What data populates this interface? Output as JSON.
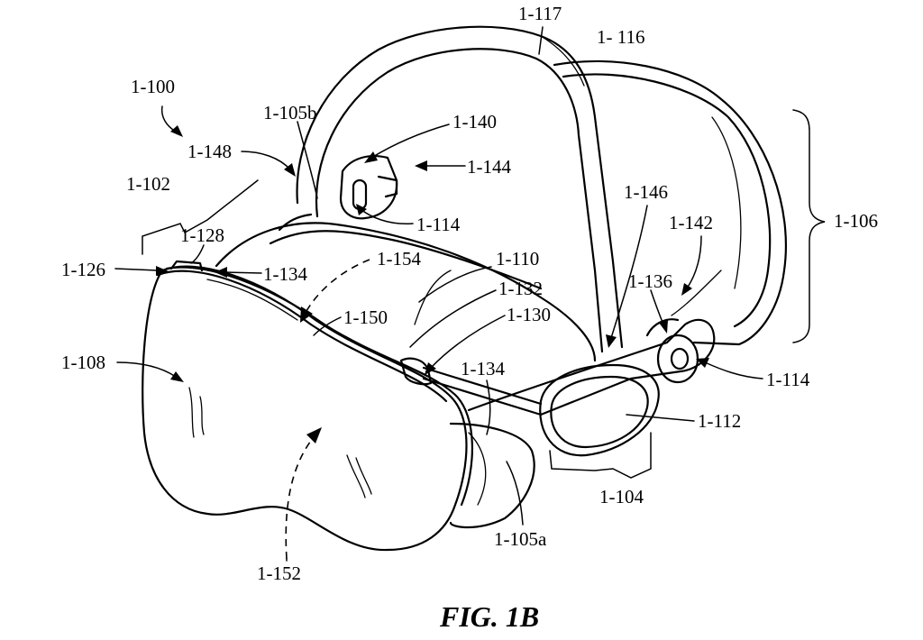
{
  "figure": {
    "caption": "FIG. 1B",
    "labels": {
      "l1_100": "1-100",
      "l1_117": "1-117",
      "l1_116": "1- 116",
      "l1_105b": "1-105b",
      "l1_140": "1-140",
      "l1_148": "1-148",
      "l1_144": "1-144",
      "l1_102": "1-102",
      "l1_146": "1-146",
      "l1_106": "1-106",
      "l1_142": "1-142",
      "l1_128": "1-128",
      "l1_114_top": "1-114",
      "l1_126": "1-126",
      "l1_134_top": "1-134",
      "l1_154": "1-154",
      "l1_110": "1-110",
      "l1_136": "1-136",
      "l1_132": "1-132",
      "l1_130": "1-130",
      "l1_150": "1-150",
      "l1_108": "1-108",
      "l1_134_mid": "1-134",
      "l1_114_right": "1-114",
      "l1_112": "1-112",
      "l1_104": "1-104",
      "l1_105a": "1-105a",
      "l1_152": "1-152"
    }
  }
}
